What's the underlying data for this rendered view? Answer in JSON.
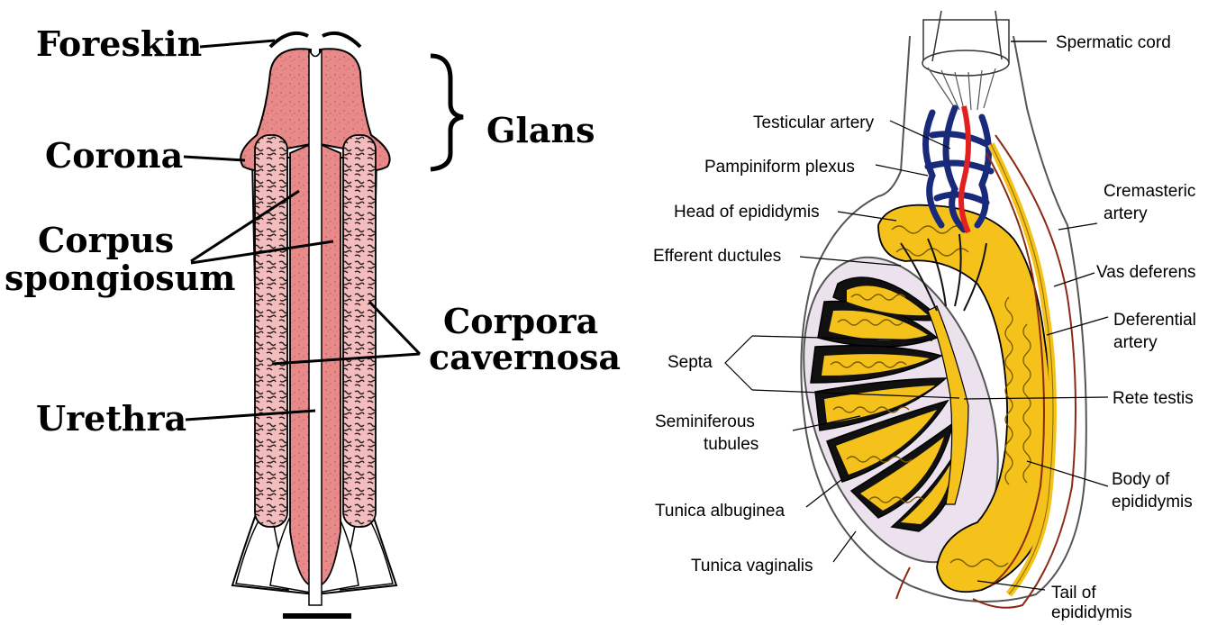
{
  "left_diagram": {
    "labels": {
      "foreskin": "Foreskin",
      "corona": "Corona",
      "glans": "Glans",
      "corpus_1": "Corpus",
      "corpus_2": "spongiosum",
      "corpora_1": "Corpora",
      "corpora_2": "cavernosa",
      "urethra": "Urethra"
    },
    "colors": {
      "tissue": "#e88a8a",
      "tissue_light": "#f4bcbc",
      "outline": "#000000"
    }
  },
  "right_diagram": {
    "labels": {
      "spermatic_cord": "Spermatic cord",
      "testicular_artery": "Testicular artery",
      "pampiniform_plexus": "Pampiniform plexus",
      "head_of_epididymis": "Head of epididymis",
      "efferent_ductules": "Efferent ductules",
      "septa": "Septa",
      "seminiferous_1": "Seminiferous",
      "seminiferous_2": "tubules",
      "tunica_albuginea": "Tunica albuginea",
      "tunica_vaginalis": "Tunica vaginalis",
      "cremasteric_1": "Cremasteric",
      "cremasteric_2": "artery",
      "vas_deferens": "Vas deferens",
      "deferential_1": "Deferential",
      "deferential_2": "artery",
      "rete_testis": "Rete testis",
      "body_1": "Body of",
      "body_2": "epididymis",
      "tail_1": "Tail of",
      "tail_2": "epididymis"
    },
    "colors": {
      "tubule_yellow": "#f4c21a",
      "septa_black": "#111111",
      "tunica_lilac": "#ece2ee",
      "vein_blue": "#1a2a7a",
      "artery_red": "#e32020",
      "vessel_brown": "#8a2a14"
    }
  }
}
